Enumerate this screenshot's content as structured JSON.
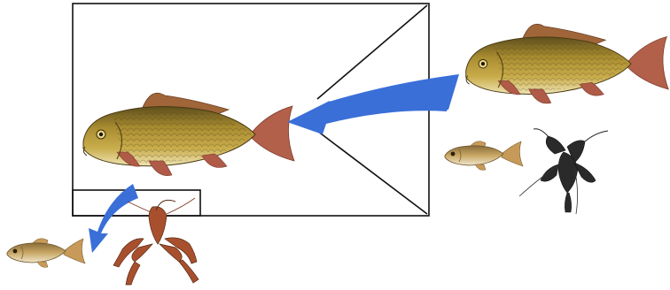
{
  "diagram": {
    "background": "#ffffff",
    "frame_color": "#111111",
    "arrow_color": "#3a6fd8",
    "organisms": [
      {
        "id": "carp-large-right",
        "kind": "common-carp-icon"
      },
      {
        "id": "carp-center",
        "kind": "common-carp-icon"
      },
      {
        "id": "small-fish-right",
        "kind": "small-fish-icon"
      },
      {
        "id": "small-fish-left",
        "kind": "small-fish-icon"
      },
      {
        "id": "crayfish-dark",
        "kind": "dark-crayfish-icon"
      },
      {
        "id": "crayfish-red",
        "kind": "red-crayfish-icon"
      }
    ],
    "colors": {
      "carp_body": "#b89a3a",
      "carp_back": "#6b5a22",
      "carp_belly": "#e8dca0",
      "carp_fin": "#b05a48",
      "small_fish": "#c9a866",
      "crayfish_dark": "#2a2a2a",
      "crayfish_red": "#a8502e"
    }
  }
}
